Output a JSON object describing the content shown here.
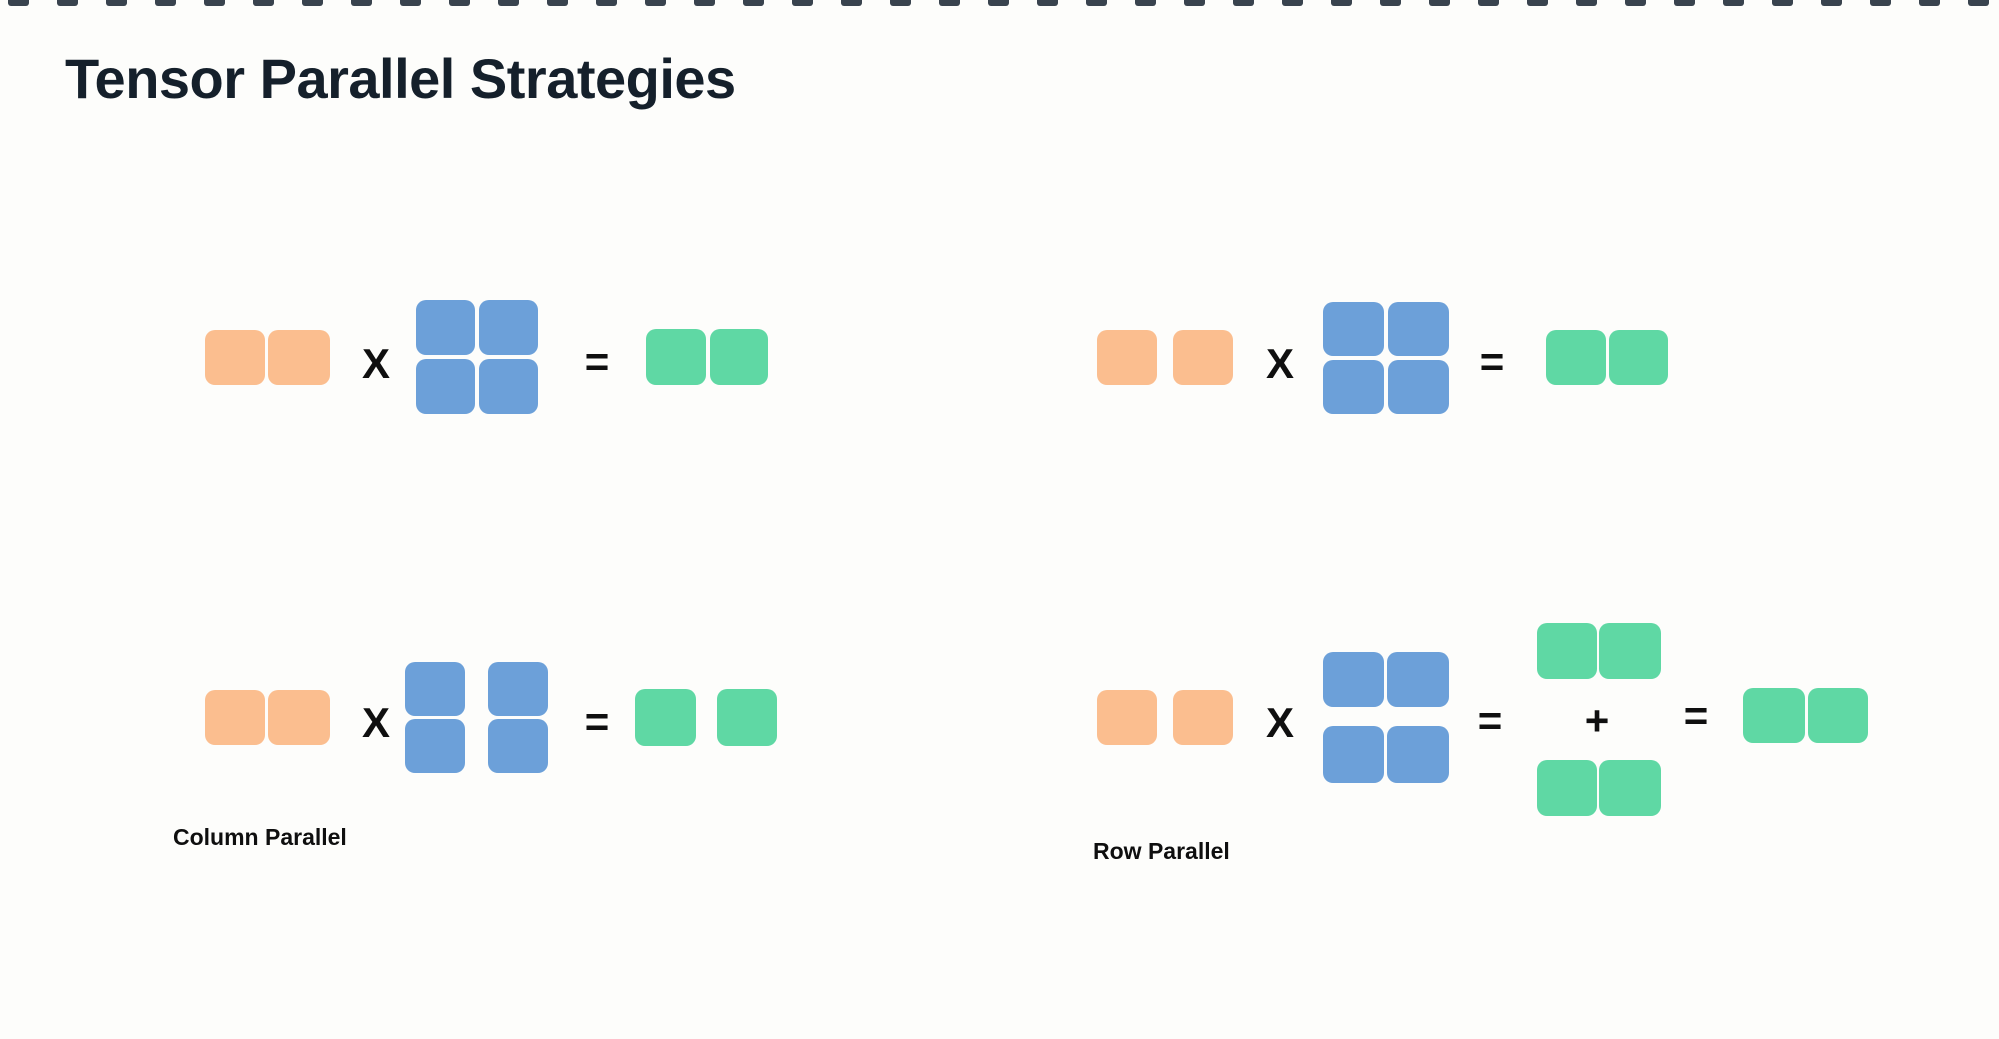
{
  "title": "Tensor Parallel Strategies",
  "operators": {
    "multiply": "X",
    "equals": "=",
    "plus": "+"
  },
  "colors": {
    "background": "#FDFDFB",
    "title_text": "#15202B",
    "operator_text": "#0F0F0F",
    "input_block": "#FBBE8F",
    "weight_block": "#6CA0D9",
    "output_block": "#5FD8A4",
    "top_strip_square": "#39434E"
  },
  "top_strip": {
    "square_count": 41
  },
  "diagrams": [
    {
      "name": "full-weight-top-left",
      "label": "",
      "input_blocks": 2,
      "weight_grid": "2x2",
      "weight_split": "none",
      "output_blocks": 2
    },
    {
      "name": "full-weight-top-right",
      "label": "",
      "input_blocks": 2,
      "weight_grid": "2x2",
      "weight_split": "none",
      "output_blocks": 2
    },
    {
      "name": "column-parallel",
      "label": "Column Parallel",
      "input_blocks": 2,
      "weight_grid": "2x2",
      "weight_split": "columns",
      "output_blocks": 2
    },
    {
      "name": "row-parallel",
      "label": "Row Parallel",
      "input_blocks": 2,
      "weight_grid": "2x2",
      "weight_split": "rows",
      "partial_output_pairs": 2,
      "output_blocks": 2
    }
  ]
}
